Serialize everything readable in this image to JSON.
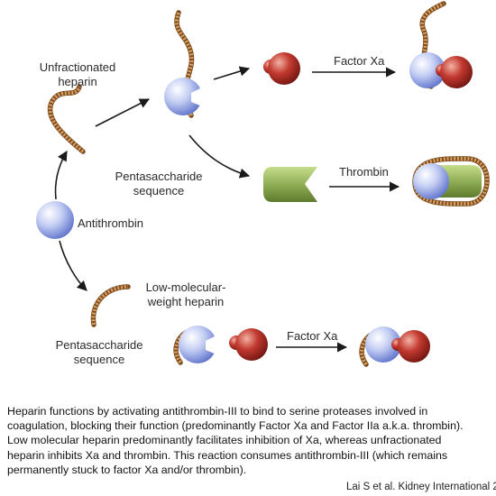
{
  "labels": {
    "unfractionated_heparin": [
      "Unfractionated",
      "heparin"
    ],
    "pentasaccharide_top": [
      "Pentasaccharide",
      "sequence"
    ],
    "antithrombin": "Antithrombin",
    "lmwh": [
      "Low-molecular-",
      "weight heparin"
    ],
    "pentasaccharide_bottom": [
      "Pentasaccharide",
      "sequence"
    ],
    "factor_xa_top": "Factor Xa",
    "thrombin": "Thrombin",
    "factor_xa_bottom": "Factor Xa"
  },
  "caption": [
    "Heparin functions by activating antithrombin-III to bind to serine proteases involved in",
    "coagulation, blocking their function (predominantly Factor Xa and Factor IIa a.k.a. thrombin).",
    "Low molecular heparin predominantly facilitates inhibition of Xa, whereas unfractionated",
    "heparin inhibits Xa and thrombin.  This reaction consumes antithrombin-III (which remains",
    "permanently stuck to factor Xa and/or thrombin)."
  ],
  "citation": "Lai S et al. Kidney International 2",
  "colors": {
    "antithrombin": "#b9c4ef",
    "factor_xa": "#b32a24",
    "thrombin": "#93b15a",
    "heparin": "#7a4a1c"
  }
}
